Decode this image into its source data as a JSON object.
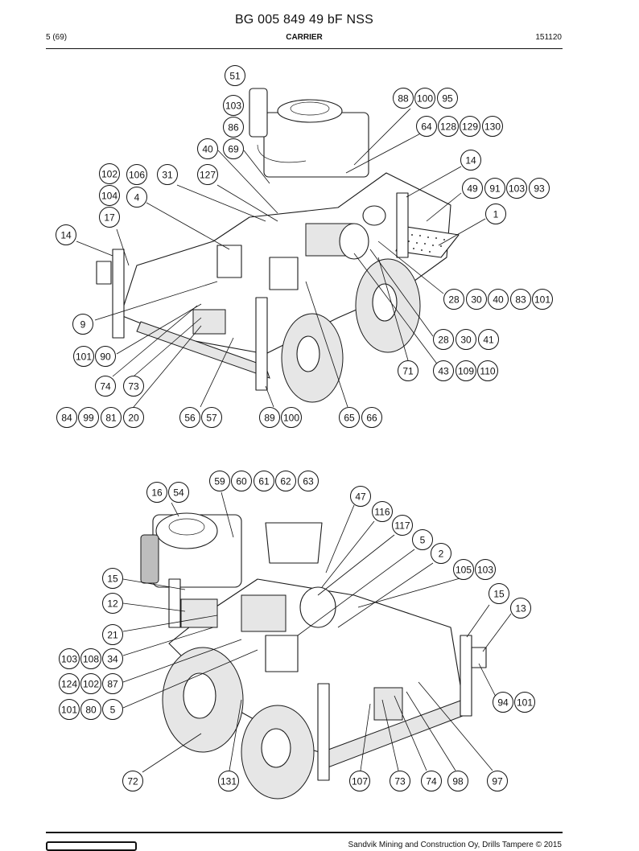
{
  "document": {
    "title": "BG 005 849 49 bF NSS",
    "page": "5 (69)",
    "section": "CARRIER",
    "code": "151120",
    "footer_text": "Sandvik Mining and Construction Oy, Drills Tampere © 2015"
  },
  "figure_top": {
    "callouts": [
      "51",
      "103",
      "86",
      "69",
      "40",
      "88",
      "100",
      "95",
      "64",
      "128",
      "129",
      "130",
      "14",
      "49",
      "91",
      "103",
      "93",
      "1",
      "102",
      "106",
      "31",
      "127",
      "104",
      "4",
      "17",
      "14",
      "9",
      "28",
      "30",
      "40",
      "83",
      "101",
      "28",
      "30",
      "41",
      "101",
      "90",
      "71",
      "43",
      "109",
      "110",
      "74",
      "73",
      "84",
      "99",
      "81",
      "20",
      "56",
      "57",
      "89",
      "100",
      "65",
      "66"
    ]
  },
  "figure_bottom": {
    "callouts": [
      "59",
      "60",
      "61",
      "62",
      "63",
      "16",
      "54",
      "47",
      "116",
      "117",
      "5",
      "2",
      "105",
      "103",
      "15",
      "12",
      "15",
      "13",
      "21",
      "103",
      "108",
      "34",
      "124",
      "102",
      "87",
      "101",
      "80",
      "5",
      "94",
      "101",
      "72",
      "131",
      "107",
      "73",
      "74",
      "98",
      "97"
    ]
  }
}
